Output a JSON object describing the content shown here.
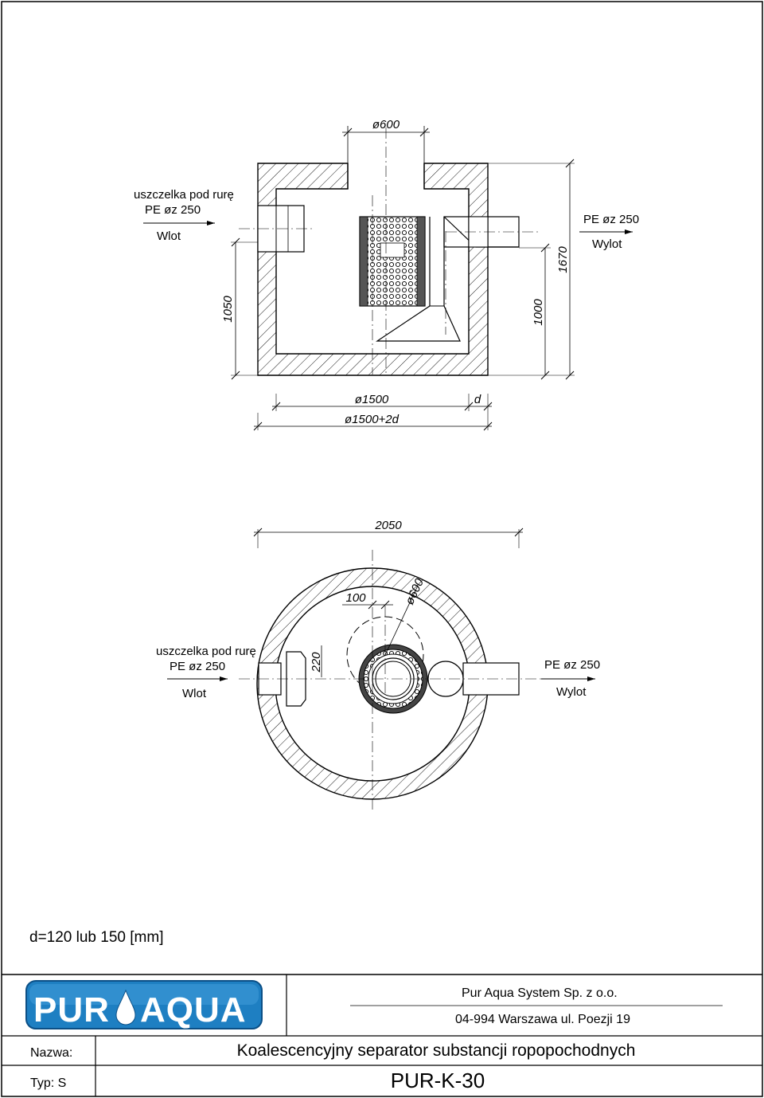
{
  "section_view": {
    "top_diameter": "ø600",
    "inlet_note_1": "uszczelka pod rurę",
    "inlet_note_2": "PE øz 250",
    "inlet_label": "Wlot",
    "outlet_note": "PE øz 250",
    "outlet_label": "Wylot",
    "height_inlet": "1050",
    "height_outlet": "1000",
    "height_total": "1670",
    "diam_inner": "ø1500",
    "wall_d": "d",
    "diam_outer": "ø1500+2d"
  },
  "plan_view": {
    "width": "2050",
    "offset": "100",
    "manhole_diam": "ø600",
    "inlet_note_1": "uszczelka pod rurę",
    "inlet_note_2": "PE øz 250",
    "inlet_label": "Wlot",
    "dim_220": "220",
    "outlet_note": "PE øz 250",
    "outlet_label": "Wylot"
  },
  "note": "d=120 lub 150 [mm]",
  "title_block": {
    "logo_left": "PUR",
    "logo_right": "AQUA",
    "company": "Pur Aqua System Sp. z o.o.",
    "address": "04-994 Warszawa ul. Poezji 19",
    "name_label": "Nazwa:",
    "name_value": "Koalescencyjny separator substancji ropopochodnych",
    "type_label": "Typ: S",
    "type_value": "PUR-K-30"
  },
  "colors": {
    "logo_blue": "#1e7fc2",
    "line": "#000000"
  }
}
